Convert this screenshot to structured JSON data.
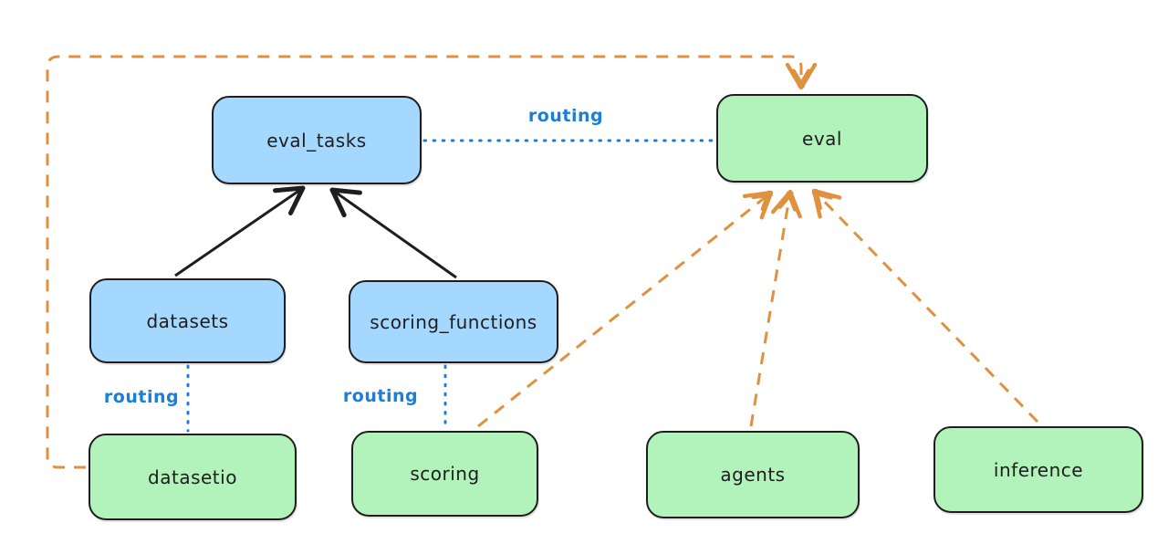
{
  "diagram": {
    "nodes": {
      "eval_tasks": {
        "label": "eval_tasks",
        "kind": "resource",
        "fill": "#a5d8ff"
      },
      "eval": {
        "label": "eval",
        "kind": "api",
        "fill": "#b2f2bb"
      },
      "datasets": {
        "label": "datasets",
        "kind": "resource",
        "fill": "#a5d8ff"
      },
      "scoring_functions": {
        "label": "scoring_functions",
        "kind": "resource",
        "fill": "#a5d8ff"
      },
      "datasetio": {
        "label": "datasetio",
        "kind": "api",
        "fill": "#b2f2bb"
      },
      "scoring": {
        "label": "scoring",
        "kind": "api",
        "fill": "#b2f2bb"
      },
      "agents": {
        "label": "agents",
        "kind": "api",
        "fill": "#b2f2bb"
      },
      "inference": {
        "label": "inference",
        "kind": "api",
        "fill": "#b2f2bb"
      }
    },
    "edges": [
      {
        "from": "datasets",
        "to": "eval_tasks",
        "style": "solid",
        "color": "#1e1e1e",
        "label": ""
      },
      {
        "from": "scoring_functions",
        "to": "eval_tasks",
        "style": "solid",
        "color": "#1e1e1e",
        "label": ""
      },
      {
        "from": "eval_tasks",
        "to": "eval",
        "style": "dotted",
        "color": "#1c7ed6",
        "label": "routing"
      },
      {
        "from": "datasets",
        "to": "datasetio",
        "style": "dotted",
        "color": "#1c7ed6",
        "label": "routing"
      },
      {
        "from": "scoring_functions",
        "to": "scoring",
        "style": "dotted",
        "color": "#1c7ed6",
        "label": "routing"
      },
      {
        "from": "datasetio",
        "to": "eval",
        "style": "dashed",
        "color": "#e09140",
        "label": ""
      },
      {
        "from": "scoring",
        "to": "eval",
        "style": "dashed",
        "color": "#e09140",
        "label": ""
      },
      {
        "from": "agents",
        "to": "eval",
        "style": "dashed",
        "color": "#e09140",
        "label": ""
      },
      {
        "from": "inference",
        "to": "eval",
        "style": "dashed",
        "color": "#e09140",
        "label": ""
      }
    ],
    "colors": {
      "stroke": "#1e1e1e",
      "blue_fill": "#a5d8ff",
      "green_fill": "#b2f2bb",
      "routing_blue": "#1c7ed6",
      "dependency_orange": "#e09140",
      "background": "#ffffff"
    }
  }
}
